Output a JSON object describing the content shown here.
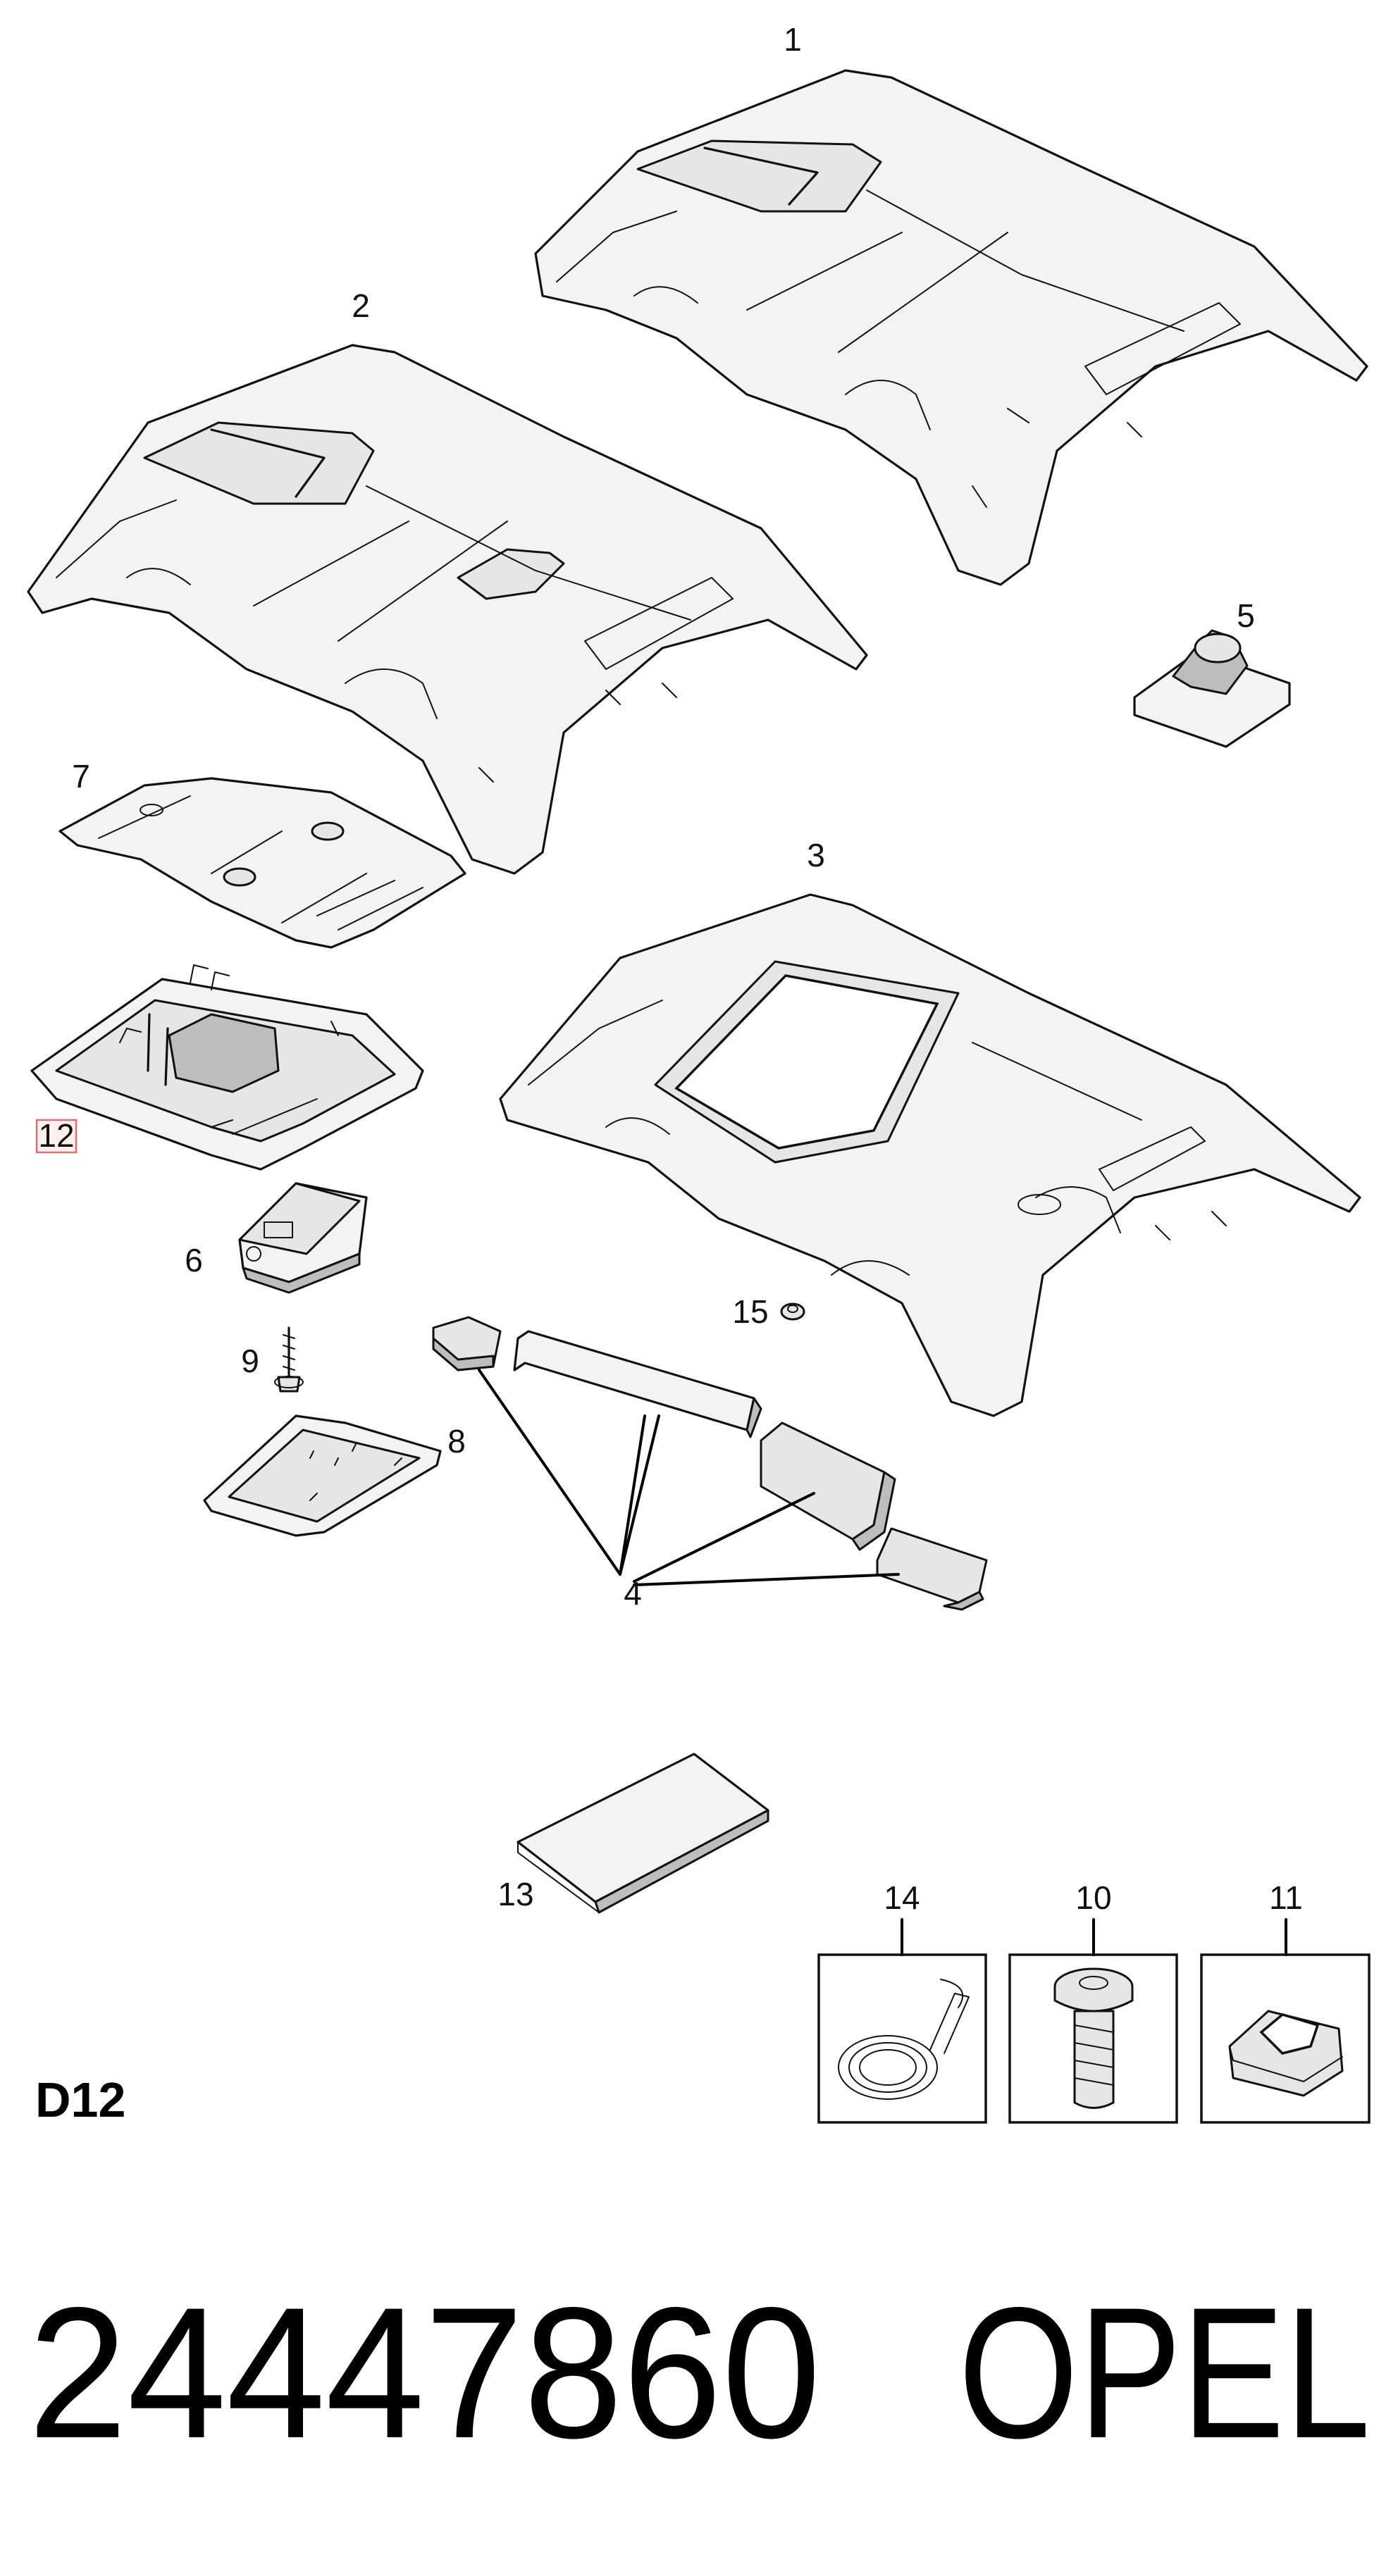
{
  "diagram": {
    "callouts": {
      "c1": "1",
      "c2": "2",
      "c3": "3",
      "c4": "4",
      "c5": "5",
      "c6": "6",
      "c7": "7",
      "c8": "8",
      "c9": "9",
      "c10": "10",
      "c11": "11",
      "c12": "12",
      "c13": "13",
      "c14": "14",
      "c15": "15"
    },
    "section_label": "D12",
    "part_number": "24447860",
    "brand": "OPEL"
  }
}
